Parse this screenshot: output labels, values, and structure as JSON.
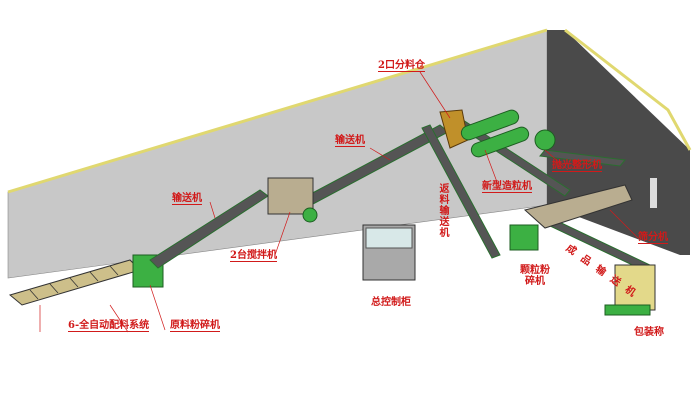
{
  "labels": {
    "distribution_bin": "2口分料仓",
    "conveyor_upper": "输送机",
    "conveyor_left": "输送机",
    "polishing_machine": "抛光整形机",
    "granulator": "新型造粒机",
    "return_conveyor": "返料输送机",
    "screening_machine": "筛分机",
    "product_conveyor": "成品输送机",
    "granule_crusher": "颗粒粉碎机",
    "mixers": "2台搅拌机",
    "control_cabinet": "总控制柜",
    "batching_system": "6-全自动配料系统",
    "raw_crusher": "原料粉碎机",
    "packing_scale": "包装称"
  },
  "colors": {
    "label": "#d11a1a",
    "machine": "#3cb043",
    "wall": "#c8c8c8",
    "wall_dark": "#4a4a4a",
    "wall_trim": "#e8e070"
  }
}
